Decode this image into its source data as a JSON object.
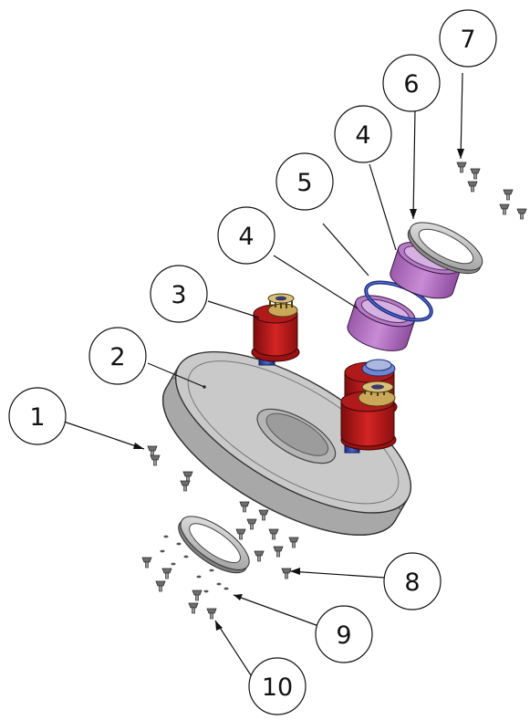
{
  "balloons": [
    {
      "label": "1"
    },
    {
      "label": "2"
    },
    {
      "label": "3"
    },
    {
      "label": "4"
    },
    {
      "label": "5"
    },
    {
      "label": "4"
    },
    {
      "label": "6"
    },
    {
      "label": "7"
    },
    {
      "label": "8"
    },
    {
      "label": "9"
    },
    {
      "label": "10"
    }
  ],
  "colors": {
    "housing": "#bdbdbd",
    "gearbox_red": "#c01818",
    "motor_blue": "#1f3a9e",
    "spacer_purple": "#b276c4",
    "seal_ring_blue": "#1c2f86",
    "flange_ring": "#c4c4c4",
    "hardware": "#8a8a8a"
  }
}
